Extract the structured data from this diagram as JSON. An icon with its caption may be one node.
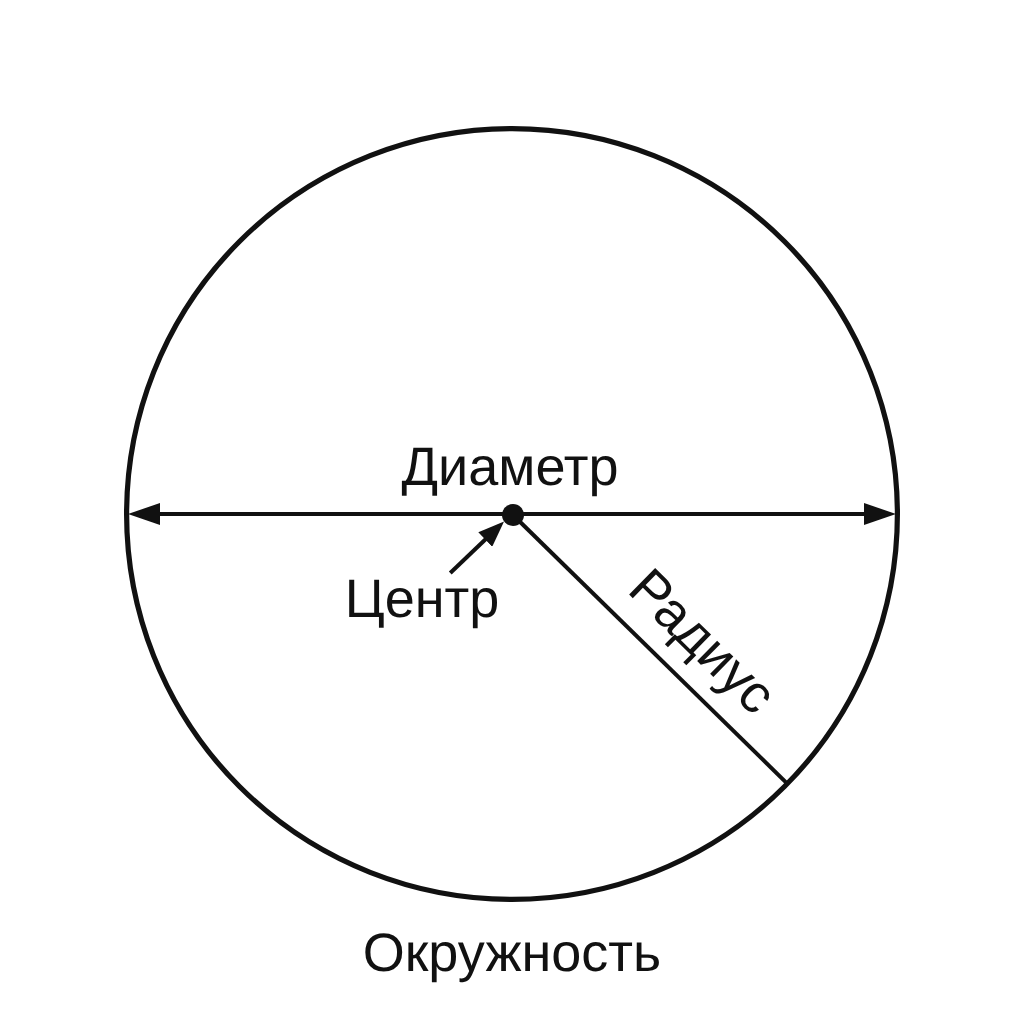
{
  "diagram": {
    "nodes": [
      {
        "text": [],
        "shape": "circle",
        "beside": [
          "Окружность"
        ]
      },
      {
        "text": [],
        "shape": "circle",
        "in": 0
      },
      {
        "text": [
          "Центр"
        ],
        "in": 0
      }
    ],
    "edges": [
      {
        "from": 2,
        "to": 1,
        "arrow": "to"
      }
    ],
    "labels": [
      "Диаметр",
      "Радиус"
    ]
  }
}
